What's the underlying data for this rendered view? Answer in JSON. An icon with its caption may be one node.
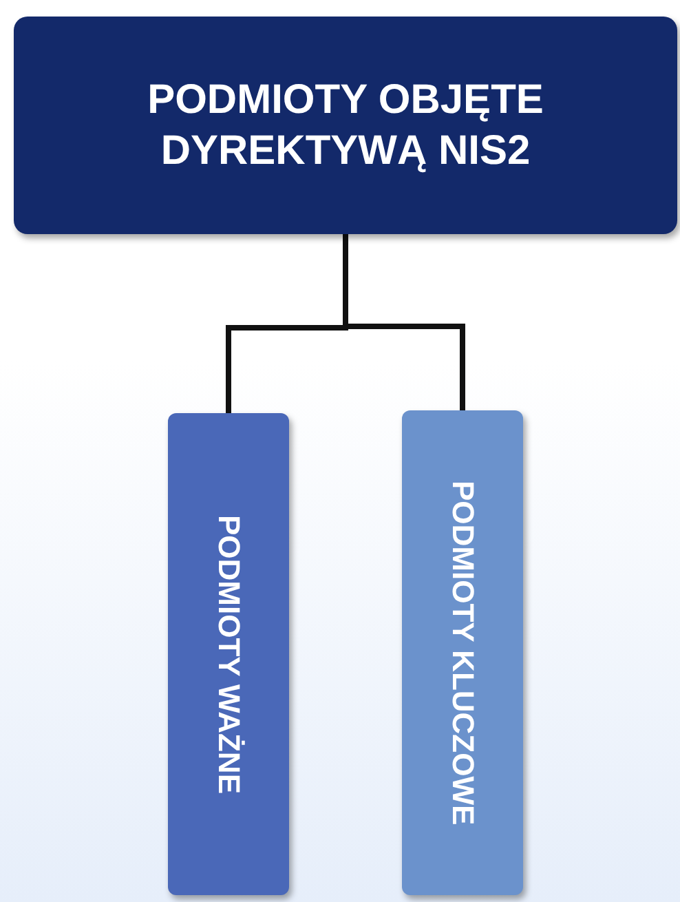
{
  "diagram": {
    "nodes": [
      {
        "text": [
          "PODMIOTY OBJĘTE DYREKTYWĄ NIS2"
        ]
      },
      {
        "text": [
          "PODMIOTY WAŻNE"
        ]
      },
      {
        "text": [
          "PODMIOTY KLUCZOWE"
        ]
      }
    ],
    "edges": [
      {
        "from": 0,
        "to": 1,
        "arrow": "none"
      },
      {
        "from": 0,
        "to": 2,
        "arrow": "none"
      }
    ]
  }
}
